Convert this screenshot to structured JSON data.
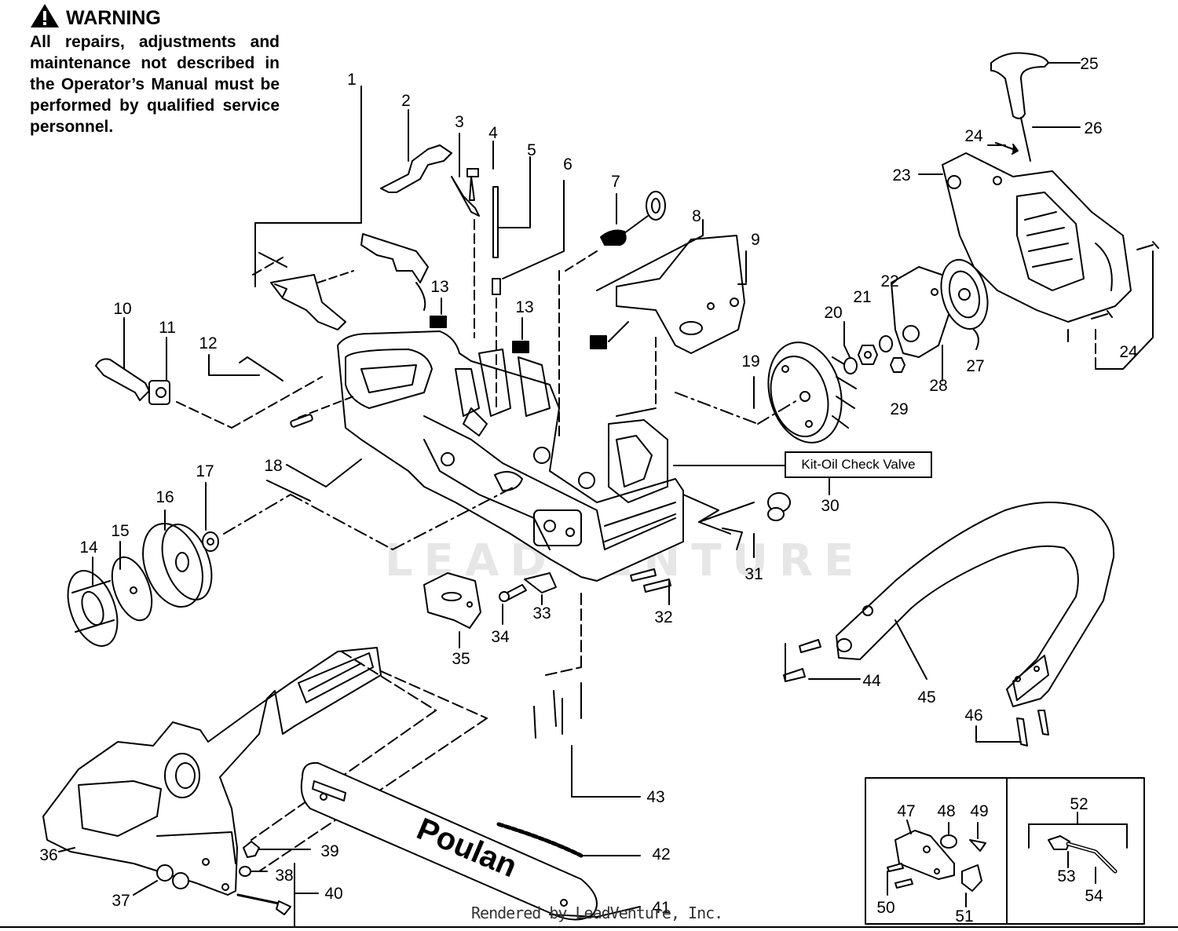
{
  "warning": {
    "title": "WARNING",
    "icon": "warning-triangle-icon",
    "text": "All repairs, adjustments and maintenance not described in the Operator’s Manual must be performed by qualified service personnel."
  },
  "callout": {
    "kit_label": "Kit-Oil Check Valve"
  },
  "brand_on_bar": "Poulan",
  "watermark": "LEADVENTURE",
  "footer": "Rendered by LeadVenture, Inc.",
  "part_numbers": [
    "1",
    "2",
    "3",
    "4",
    "5",
    "6",
    "7",
    "8",
    "9",
    "10",
    "11",
    "12",
    "13",
    "13",
    "14",
    "15",
    "16",
    "17",
    "18",
    "19",
    "20",
    "21",
    "22",
    "23",
    "24",
    "24",
    "25",
    "26",
    "27",
    "28",
    "29",
    "30",
    "31",
    "32",
    "33",
    "34",
    "35",
    "36",
    "37",
    "38",
    "39",
    "40",
    "41",
    "42",
    "43",
    "44",
    "45",
    "46",
    "47",
    "48",
    "49",
    "50",
    "51",
    "52",
    "53",
    "54"
  ]
}
